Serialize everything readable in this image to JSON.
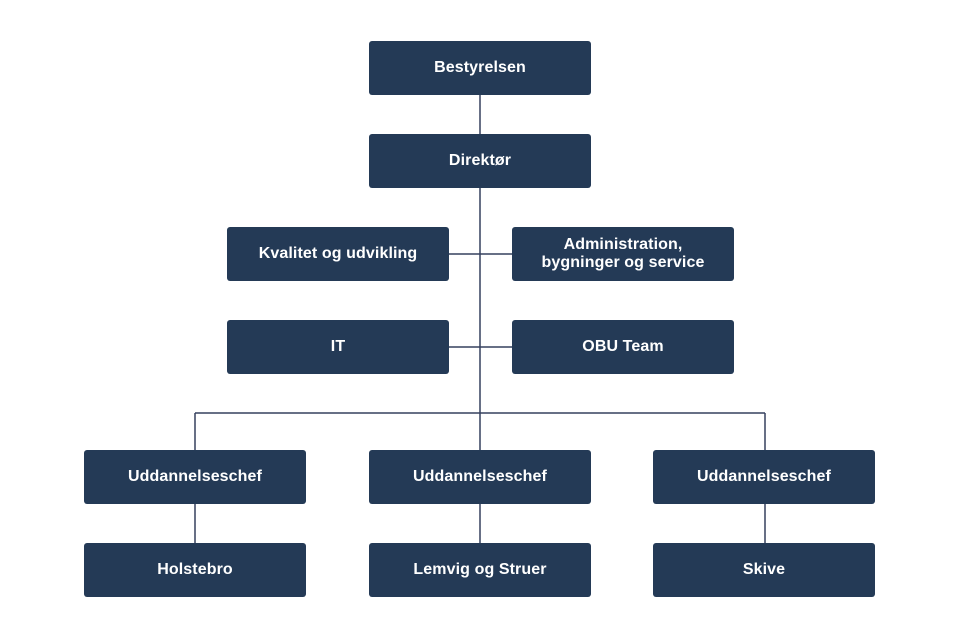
{
  "org_chart": {
    "board": "Bestyrelsen",
    "director": "Direktør",
    "staff_left_1": "Kvalitet og udvikling",
    "staff_right_1": "Administration,\nbygninger og service",
    "staff_left_2": "IT",
    "staff_right_2": "OBU Team",
    "education_chiefs": [
      "Uddannelseschef",
      "Uddannelseschef",
      "Uddannelseschef"
    ],
    "locations": [
      "Holstebro",
      "Lemvig og Struer",
      "Skive"
    ]
  },
  "colors": {
    "box": "#243a56",
    "text": "#ffffff",
    "connector": "#35405e"
  }
}
